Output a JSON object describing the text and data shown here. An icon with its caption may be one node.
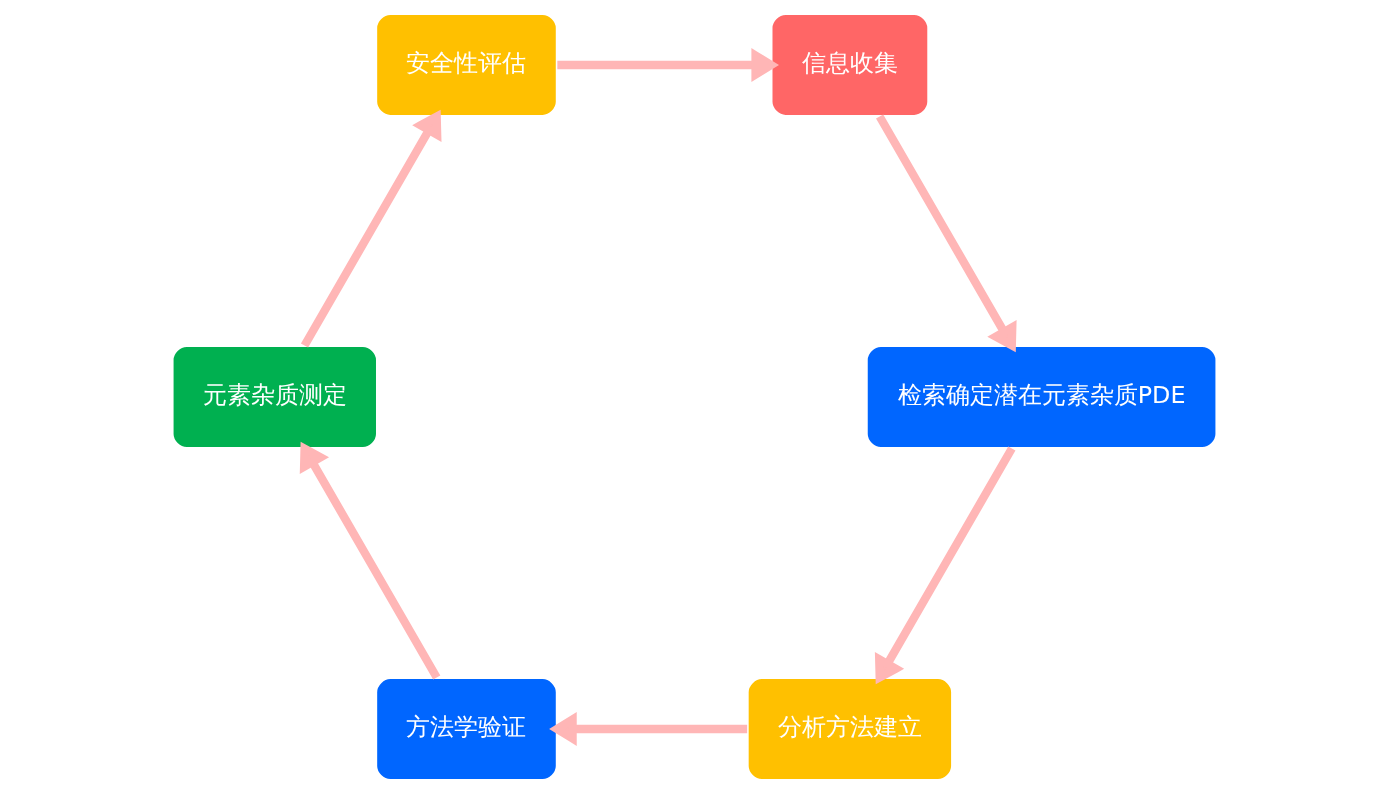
{
  "diagram": {
    "nodes": [
      {
        "text": [
          "信息收集"
        ]
      },
      {
        "text": [
          "检索确定潜在元素杂质PDE"
        ]
      },
      {
        "text": [
          "分析方法建立"
        ]
      },
      {
        "text": [
          "方法学验证"
        ]
      },
      {
        "text": [
          "元素杂质测定"
        ]
      },
      {
        "text": [
          "安全性评估"
        ]
      }
    ],
    "edges": [
      {
        "from": 0,
        "to": 1,
        "arrow": "to"
      },
      {
        "from": 1,
        "to": 2,
        "arrow": "to"
      },
      {
        "from": 2,
        "to": 3,
        "arrow": "to"
      },
      {
        "from": 3,
        "to": 4,
        "arrow": "to"
      },
      {
        "from": 4,
        "to": 5,
        "arrow": "to"
      },
      {
        "from": 5,
        "to": 0,
        "arrow": "to"
      }
    ]
  }
}
